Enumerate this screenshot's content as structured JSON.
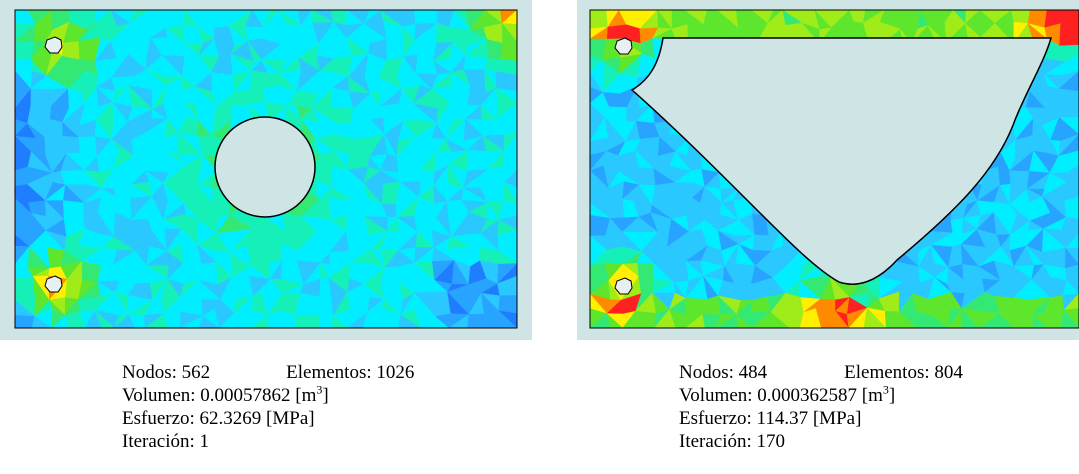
{
  "colors": {
    "background_frame": "#cfe4e4",
    "void": "#cfe4e4",
    "outline": "#000000",
    "stress_scale": [
      "#0018d8",
      "#0050f0",
      "#1f7dff",
      "#27a4ff",
      "#29c8ff",
      "#00eeff",
      "#14f0b8",
      "#33e873",
      "#5ee62d",
      "#9fec18",
      "#ffef00",
      "#ff8a00",
      "#ff2020"
    ]
  },
  "panels": [
    {
      "id": "left",
      "caption": {
        "nodes_label": "Nodos: 562",
        "elements_label": "Elementos: 1026",
        "volume_label": "Volumen: 0.00057862 [m",
        "volume_exp": "3",
        "volume_close": "]",
        "stress_label": "Esfuerzo: 62.3269 [MPa]",
        "iteration_label": "Iteración: 1"
      }
    },
    {
      "id": "right",
      "caption": {
        "nodes_label": "Nodos: 484",
        "elements_label": "Elementos: 804",
        "volume_label": "Volumen: 0.000362587 [m",
        "volume_exp": "3",
        "volume_close": "]",
        "stress_label": "Esfuerzo: 114.37 [MPa]",
        "iteration_label": "Iteración: 170"
      }
    }
  ]
}
